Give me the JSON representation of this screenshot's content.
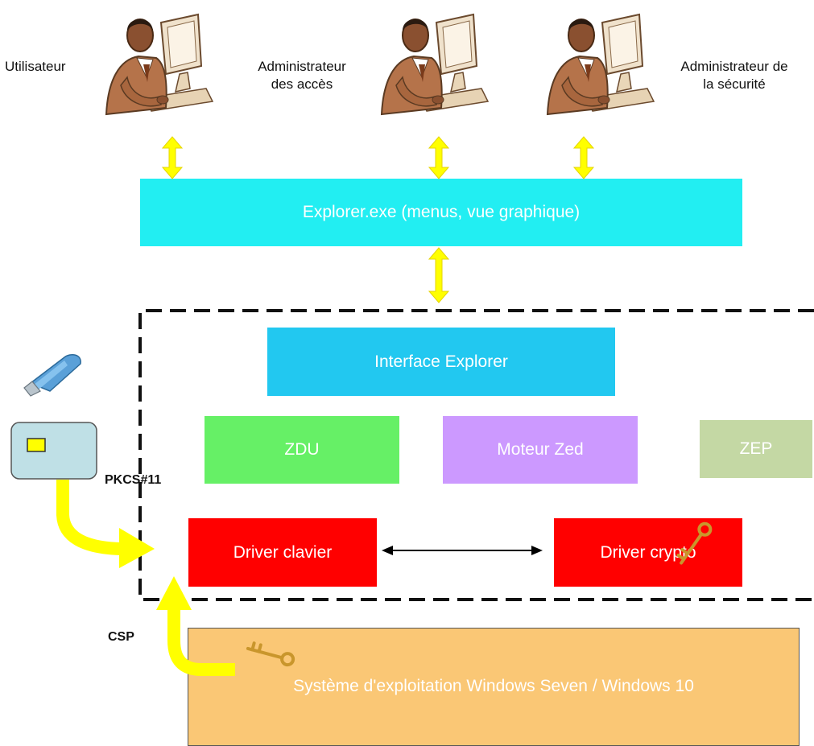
{
  "actors": {
    "user": "Utilisateur",
    "access_admin_line1": "Administrateur",
    "access_admin_line2": "des accès",
    "security_admin_line1": "Administrateur de",
    "security_admin_line2": "la sécurité"
  },
  "boxes": {
    "explorer_exe": "Explorer.exe (menus, vue graphique)",
    "interface_explorer": "Interface Explorer",
    "zdu": "ZDU",
    "moteur_zed": "Moteur Zed",
    "zep": "ZEP",
    "driver_clavier": "Driver clavier",
    "driver_crypto": "Driver crypto",
    "os": "Système d'exploitation Windows Seven / Windows 10"
  },
  "labels": {
    "pkcs": "PKCS#11",
    "csp": "CSP"
  },
  "colors": {
    "explorer_exe": "#22eef2",
    "interface_explorer": "#22c8f0",
    "zdu": "#66f066",
    "moteur_zed": "#cc99ff",
    "zep": "#c4d8a4",
    "driver": "#ff0000",
    "os": "#fac775",
    "arrow_yellow": "#ffff00"
  }
}
